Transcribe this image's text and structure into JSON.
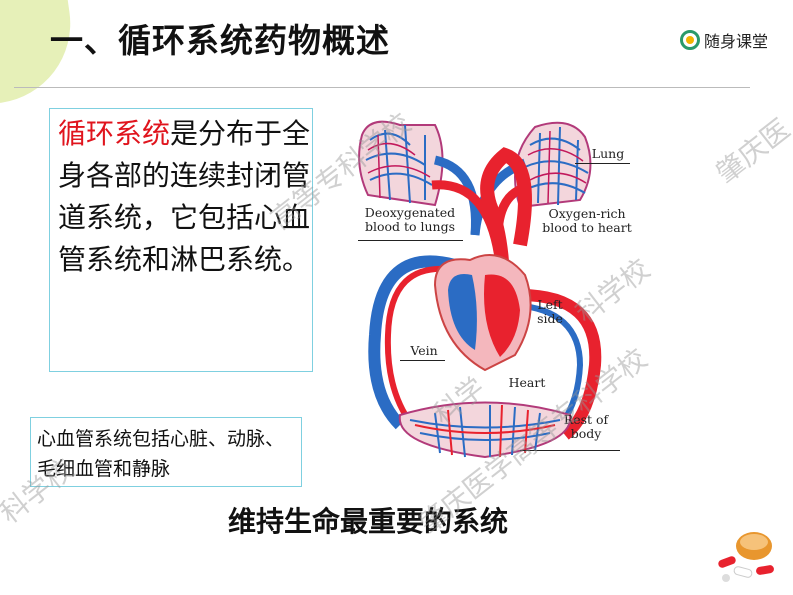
{
  "slide": {
    "title": "一、循环系统药物概述",
    "logo_text": "随身课堂",
    "logo_icon": "logo-circle-icon"
  },
  "main_text": {
    "highlight": "循环系统",
    "rest": "是分布于全身各部的连续封闭管道系统，它包括心血管系统和淋巴系统。"
  },
  "secondary_text": "心血管系统包括心脏、动脉、毛细血管和静脉",
  "tagline": "维持生命最重要的系统",
  "diagram": {
    "labels": {
      "lung": "Lung",
      "deoxygenated": "Deoxygenated blood to lungs",
      "oxygen_rich": "Oxygen-rich blood to heart",
      "left_side": "Left side",
      "vein": "Vein",
      "heart": "Heart",
      "rest_of_body": "Rest of body"
    },
    "colors": {
      "artery": "#e8222e",
      "vein": "#2b6cc4",
      "heart_pink": "#f4b7bd"
    }
  },
  "watermark": {
    "texts": [
      "科学校",
      "肇庆医",
      "高等专科学校",
      "科学校",
      "肇庆医学高等专科学校",
      "科学",
      "肇庆医学高等专科学校"
    ]
  }
}
